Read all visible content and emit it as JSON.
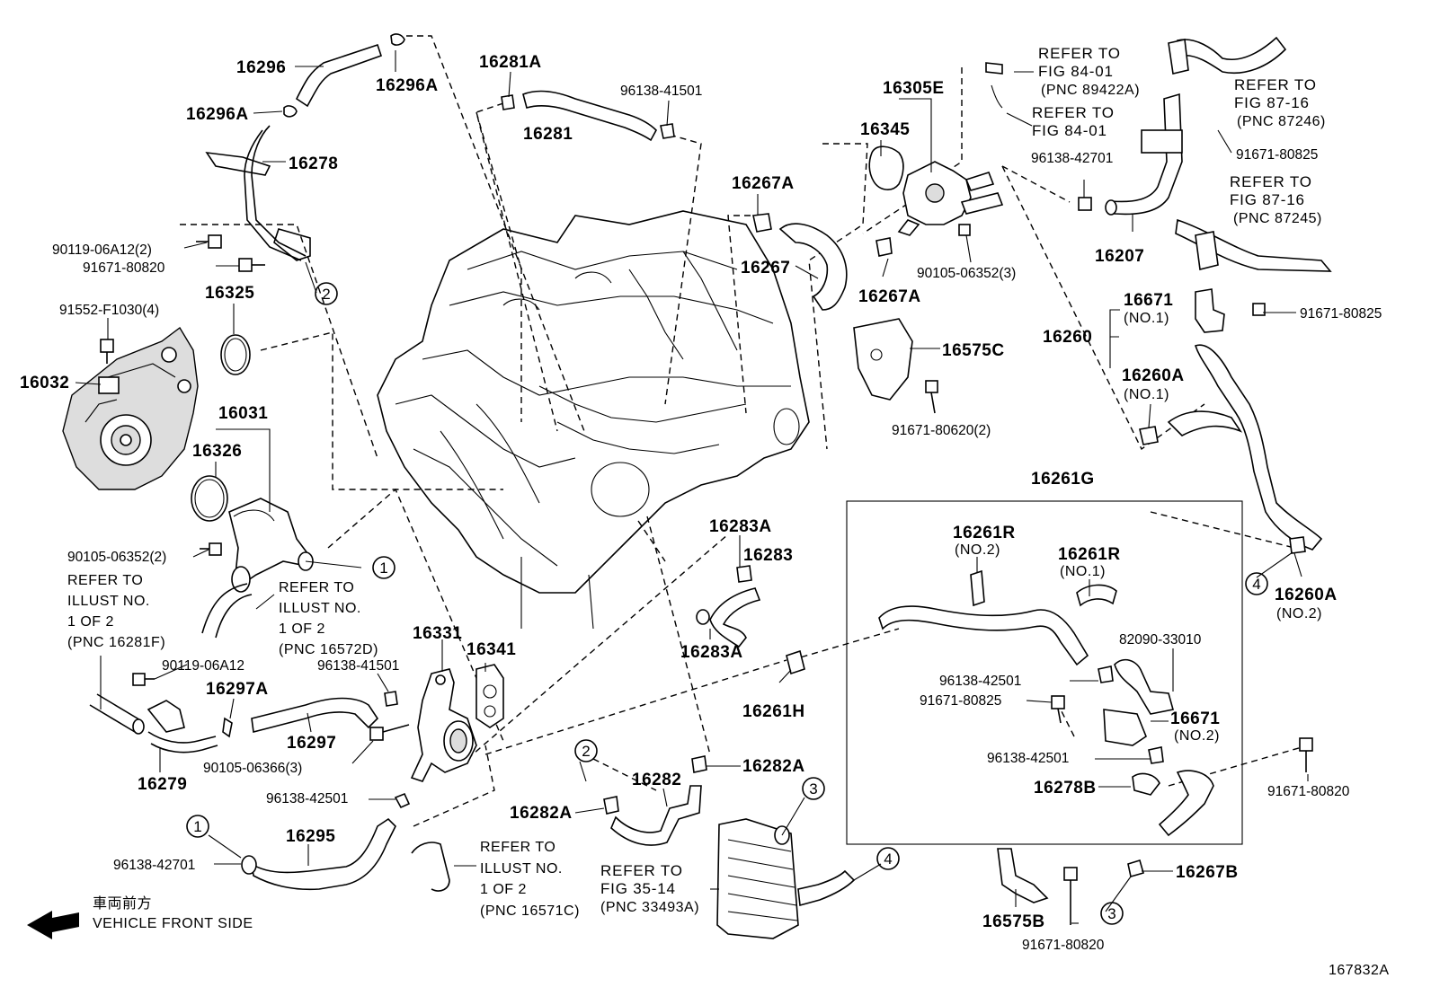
{
  "diagram_code": "167832A",
  "vehicle_front": {
    "jp": "車両前方",
    "en": "VEHICLE FRONT SIDE"
  },
  "parts": {
    "p16296": "16296",
    "p16296A_top": "16296A",
    "p16296A_left": "16296A",
    "p16278": "16278",
    "p90119_06A12_2": "90119-06A12(2)",
    "p91671_80820_a": "91671-80820",
    "p16325": "16325",
    "p91552_F1030_4": "91552-F1030(4)",
    "p16032": "16032",
    "p16031": "16031",
    "p16326": "16326",
    "p90105_06352_2": "90105-06352(2)",
    "p16281A": "16281A",
    "p16281": "16281",
    "p96138_41501_a": "96138-41501",
    "p16305E": "16305E",
    "p16345": "16345",
    "p16267A_a": "16267A",
    "p16267": "16267",
    "p16267A_b": "16267A",
    "p90105_06352_3": "90105-06352(3)",
    "p16575C": "16575C",
    "p91671_80620_2": "91671-80620(2)",
    "p96138_42701_a": "96138-42701",
    "p16207": "16207",
    "p91671_80825_a": "91671-80825",
    "p16260": "16260",
    "p16671_no1": "16671",
    "no1_a": "(NO.1)",
    "p91671_80825_b": "91671-80825",
    "p16260A_no1": "16260A",
    "no1_b": "(NO.1)",
    "p16260A_no2": "16260A",
    "no2_a": "(NO.2)",
    "p16261G": "16261G",
    "p16261R_no2": "16261R",
    "no2_b": "(NO.2)",
    "p16261R_no1": "16261R",
    "no1_c": "(NO.1)",
    "p82090_33010": "82090-33010",
    "p96138_42501_a": "96138-42501",
    "p91671_80825_c": "91671-80825",
    "p16671_no2": "16671",
    "no2_c": "(NO.2)",
    "p96138_42501_b": "96138-42501",
    "p16278B": "16278B",
    "p91671_80820_b": "91671-80820",
    "p16267B": "16267B",
    "p16575B": "16575B",
    "p91671_80820_c": "91671-80820",
    "p16283A_a": "16283A",
    "p16283": "16283",
    "p16283A_b": "16283A",
    "p16261H": "16261H",
    "p16282A_a": "16282A",
    "p16282": "16282",
    "p16282A_b": "16282A",
    "p16331": "16331",
    "p16341": "16341",
    "p96138_41501_b": "96138-41501",
    "p90119_06A12": "90119-06A12",
    "p16297A": "16297A",
    "p16297": "16297",
    "p90105_06366_3": "90105-06366(3)",
    "p16279": "16279",
    "p96138_42501_c": "96138-42501",
    "p16295": "16295",
    "p96138_42701_b": "96138-42701"
  },
  "refs": {
    "r1": [
      "REFER TO",
      "FIG 84-01",
      "(PNC 89422A)"
    ],
    "r2": [
      "REFER TO",
      "FIG 84-01"
    ],
    "r3": [
      "REFER TO",
      "FIG 87-16",
      "(PNC 87246)"
    ],
    "r4": [
      "REFER TO",
      "FIG 87-16",
      "(PNC 87245)"
    ],
    "r5": [
      "REFER TO",
      "ILLUST NO.",
      "1 OF 2",
      "(PNC 16281F)"
    ],
    "r6": [
      "REFER TO",
      "ILLUST NO.",
      "1 OF 2",
      "(PNC 16572D)"
    ],
    "r7": [
      "REFER TO",
      "ILLUST NO.",
      "1 OF 2",
      "(PNC 16571C)"
    ],
    "r8": [
      "REFER TO",
      "FIG 35-14",
      "(PNC 33493A)"
    ]
  },
  "circles": {
    "c1": "1",
    "c2": "2",
    "c3": "3",
    "c4": "4"
  }
}
